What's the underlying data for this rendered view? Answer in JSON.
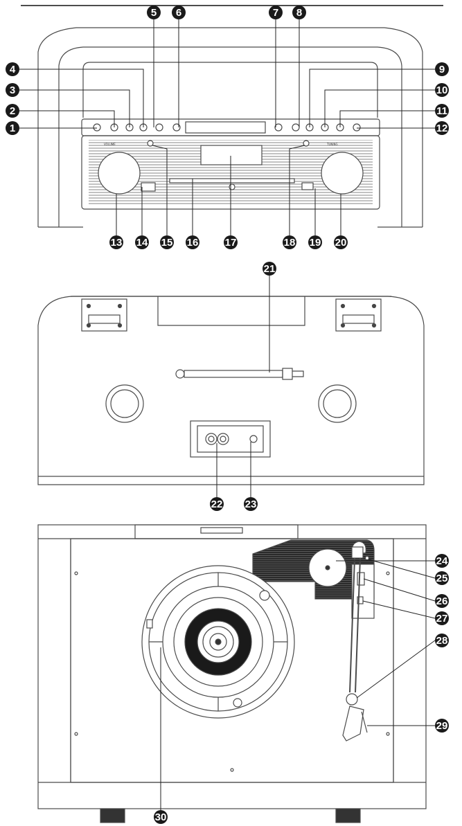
{
  "callouts": [
    {
      "id": "c1",
      "label": "1"
    },
    {
      "id": "c2",
      "label": "2"
    },
    {
      "id": "c3",
      "label": "3"
    },
    {
      "id": "c4",
      "label": "4"
    },
    {
      "id": "c5",
      "label": "5"
    },
    {
      "id": "c6",
      "label": "6"
    },
    {
      "id": "c7",
      "label": "7"
    },
    {
      "id": "c8",
      "label": "8"
    },
    {
      "id": "c9",
      "label": "9"
    },
    {
      "id": "c10",
      "label": "10"
    },
    {
      "id": "c11",
      "label": "11"
    },
    {
      "id": "c12",
      "label": "12"
    },
    {
      "id": "c13",
      "label": "13"
    },
    {
      "id": "c14",
      "label": "14"
    },
    {
      "id": "c15",
      "label": "15"
    },
    {
      "id": "c16",
      "label": "16"
    },
    {
      "id": "c17",
      "label": "17"
    },
    {
      "id": "c18",
      "label": "18"
    },
    {
      "id": "c19",
      "label": "19"
    },
    {
      "id": "c20",
      "label": "20"
    },
    {
      "id": "c21",
      "label": "21"
    },
    {
      "id": "c22",
      "label": "22"
    },
    {
      "id": "c23",
      "label": "23"
    },
    {
      "id": "c24",
      "label": "24"
    },
    {
      "id": "c25",
      "label": "25"
    },
    {
      "id": "c26",
      "label": "26"
    },
    {
      "id": "c27",
      "label": "27"
    },
    {
      "id": "c28",
      "label": "28"
    },
    {
      "id": "c29",
      "label": "29"
    },
    {
      "id": "c30",
      "label": "30"
    }
  ],
  "colors": {
    "line": "#4a4a4a",
    "fill": "#1a1a1a",
    "background": "#ffffff"
  }
}
